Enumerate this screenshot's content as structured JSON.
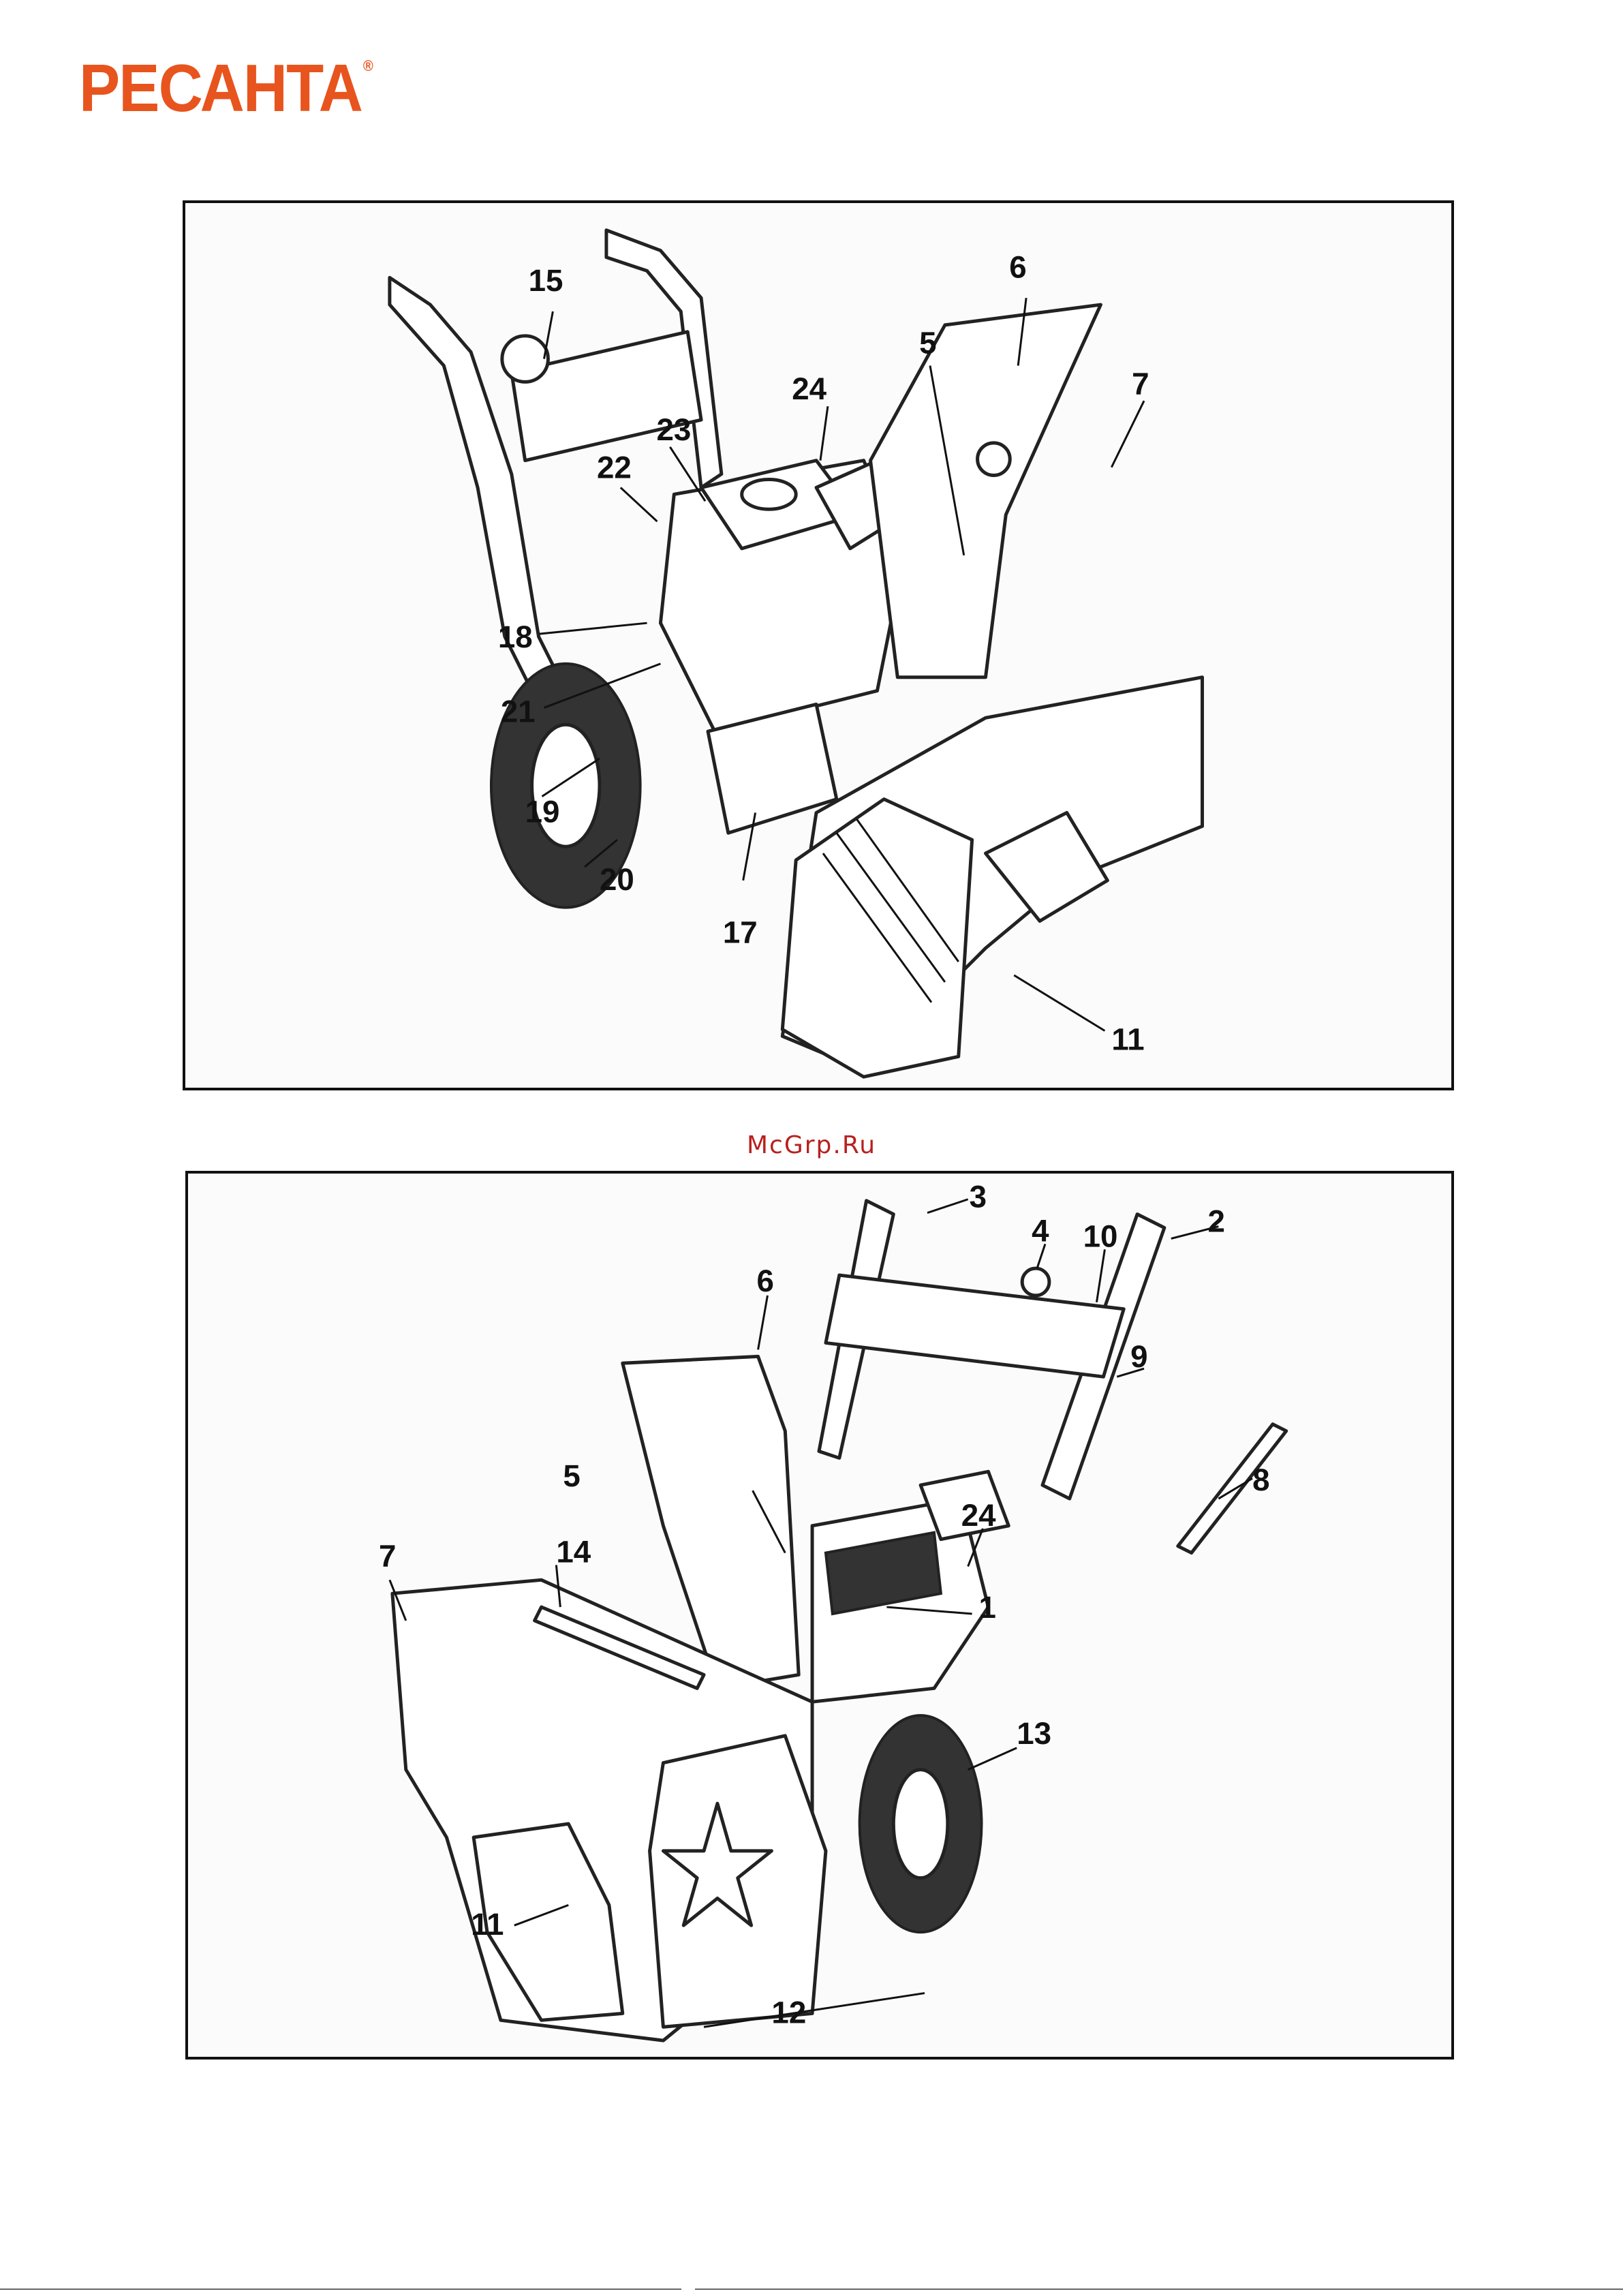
{
  "brand": {
    "logo_text": "РЕСАНТА",
    "registered_mark": "®",
    "color": "#e8541e"
  },
  "watermark": {
    "text": "McGrp.Ru",
    "color": "#b82020"
  },
  "figure_top": {
    "callouts": [
      {
        "id": "c15",
        "label": "15"
      },
      {
        "id": "c6",
        "label": "6"
      },
      {
        "id": "c5",
        "label": "5"
      },
      {
        "id": "c24",
        "label": "24"
      },
      {
        "id": "c23",
        "label": "23"
      },
      {
        "id": "c22",
        "label": "22"
      },
      {
        "id": "c7",
        "label": "7"
      },
      {
        "id": "c18",
        "label": "18"
      },
      {
        "id": "c21",
        "label": "21"
      },
      {
        "id": "c19",
        "label": "19"
      },
      {
        "id": "c20",
        "label": "20"
      },
      {
        "id": "c17",
        "label": "17"
      },
      {
        "id": "c11",
        "label": "11"
      }
    ]
  },
  "figure_bottom": {
    "callouts": [
      {
        "id": "d3",
        "label": "3"
      },
      {
        "id": "d4",
        "label": "4"
      },
      {
        "id": "d10",
        "label": "10"
      },
      {
        "id": "d2",
        "label": "2"
      },
      {
        "id": "d6",
        "label": "6"
      },
      {
        "id": "d9",
        "label": "9"
      },
      {
        "id": "d5",
        "label": "5"
      },
      {
        "id": "d24",
        "label": "24"
      },
      {
        "id": "d8",
        "label": "8"
      },
      {
        "id": "d7",
        "label": "7"
      },
      {
        "id": "d14",
        "label": "14"
      },
      {
        "id": "d1",
        "label": "1"
      },
      {
        "id": "d13",
        "label": "13"
      },
      {
        "id": "d11",
        "label": "11"
      },
      {
        "id": "d12",
        "label": "12"
      }
    ]
  }
}
